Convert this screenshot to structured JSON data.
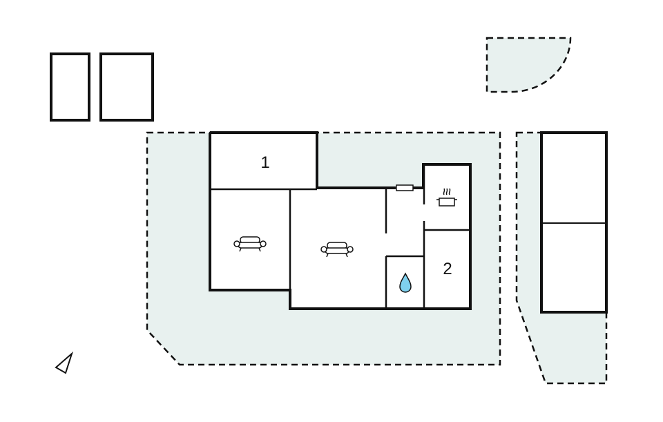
{
  "colors": {
    "background": "#ffffff",
    "outdoor_area": "#e8f1ef",
    "wall": "#111111",
    "water_drop": "#7fd1ef"
  },
  "rooms": [
    {
      "id": "bedroom-1",
      "label": "1"
    },
    {
      "id": "bedroom-2",
      "label": "2"
    }
  ],
  "icons": [
    {
      "id": "sofa-left",
      "name": "sofa-icon"
    },
    {
      "id": "sofa-right",
      "name": "sofa-icon"
    },
    {
      "id": "kitchen",
      "name": "cooking-pot-icon"
    },
    {
      "id": "bathroom",
      "name": "water-drop-icon"
    },
    {
      "id": "north",
      "name": "compass-arrow-icon"
    }
  ]
}
